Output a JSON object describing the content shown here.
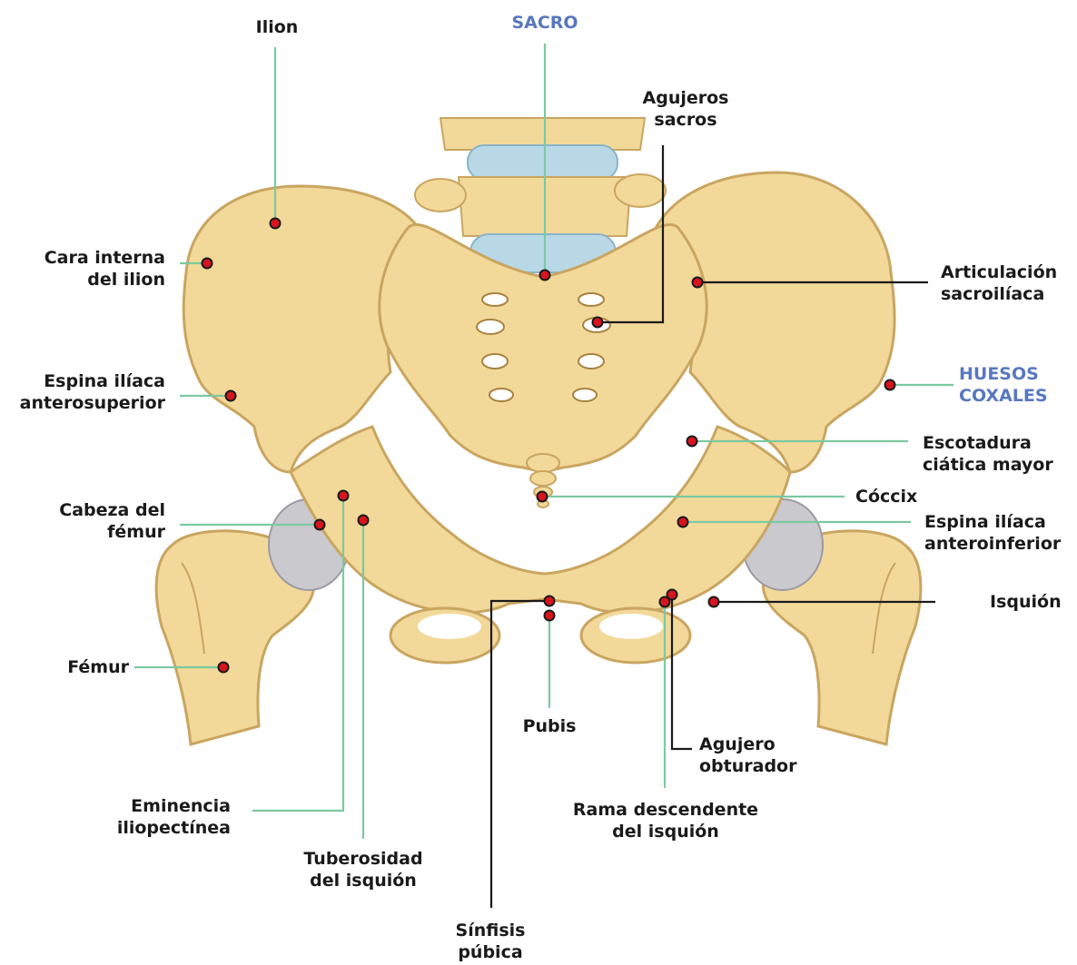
{
  "colors": {
    "bone": "#f2d99a",
    "bone_shadow": "#c9a560",
    "bone_dark": "#a8823f",
    "cartilage": "#b8d8e6",
    "femur_head": "#c9c9ce",
    "leader": "#7cc9a0",
    "dot": "#d8141f",
    "black_line": "#1a1a1a",
    "group_label": "#5877bf"
  },
  "labels": {
    "ilion": "Ilion",
    "sacro": "SACRO",
    "agujeros_sacros": [
      "Agujeros",
      "sacros"
    ],
    "cara_interna": [
      "Cara interna",
      "del ilion"
    ],
    "articulacion": [
      "Articulación",
      "sacroilíaca"
    ],
    "espina_antsup": [
      "Espina ilíaca",
      "anterosuperior"
    ],
    "huesos_coxales": [
      "HUESOS",
      "COXALES"
    ],
    "escotadura": [
      "Escotadura",
      "ciática mayor"
    ],
    "coccix": "Cóccix",
    "cabeza_femur": [
      "Cabeza del",
      "fémur"
    ],
    "espina_antinf": [
      "Espina ilíaca",
      "anteroinferior"
    ],
    "isquion": "Isquión",
    "femur": "Fémur",
    "pubis": "Pubis",
    "agujero_obturador": [
      "Agujero",
      "obturador"
    ],
    "eminencia": [
      "Eminencia",
      "iliopectínea"
    ],
    "rama": [
      "Rama descendente",
      "del isquión"
    ],
    "tuberosidad": [
      "Tuberosidad",
      "del isquión"
    ],
    "sinfisis": [
      "Sínfisis",
      "púbica"
    ]
  }
}
